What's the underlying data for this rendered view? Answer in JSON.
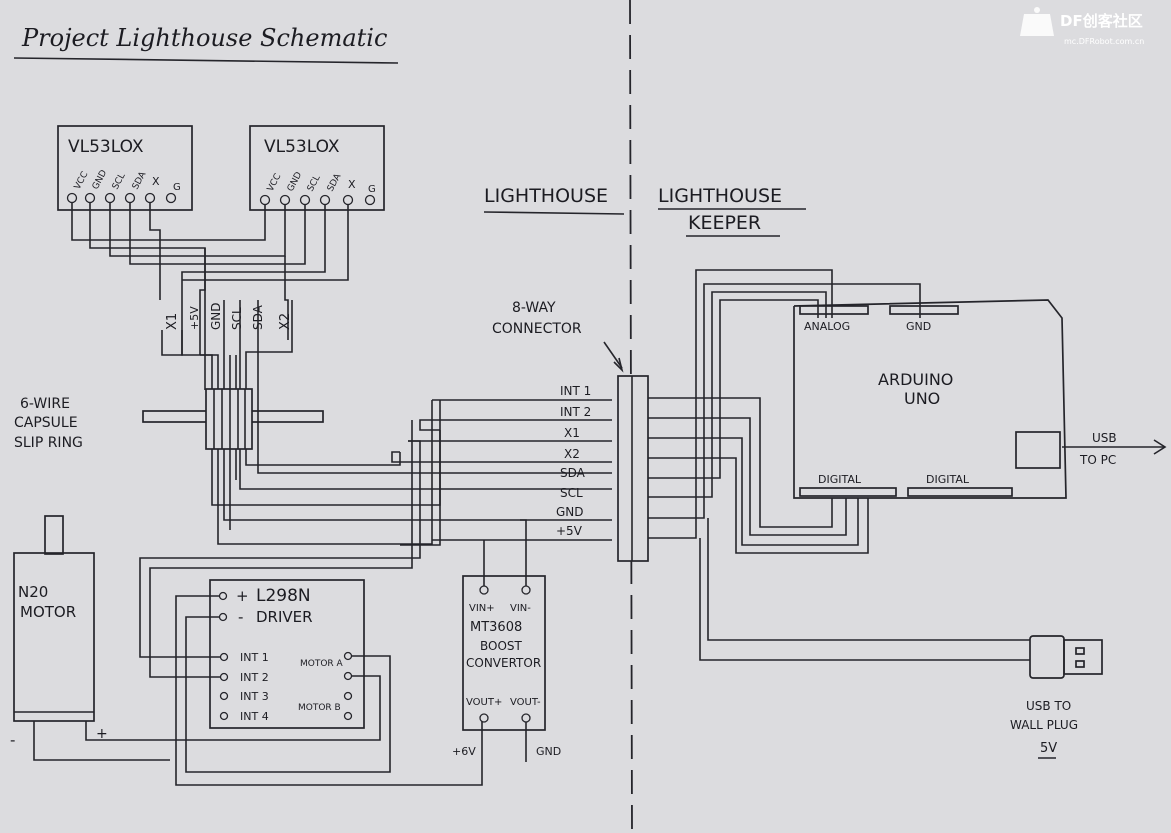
{
  "title": "Project Lighthouse Schematic",
  "sections": {
    "left": "LIGHTHOUSE",
    "right_line1": "LIGHTHOUSE",
    "right_line2": "KEEPER"
  },
  "sensors": [
    {
      "label": "VL53LOX",
      "pins": [
        "VCC",
        "GND",
        "SCL",
        "SDA",
        "X",
        "G"
      ]
    },
    {
      "label": "VL53LOX",
      "pins": [
        "VCC",
        "GND",
        "SCL",
        "SDA",
        "X",
        "G"
      ]
    }
  ],
  "bundle_labels": [
    "X1",
    "+5V",
    "GND",
    "SCL",
    "SDA",
    "X2"
  ],
  "slip_ring": {
    "line1": "6-WIRE",
    "line2": "CAPSULE",
    "line3": "SLIP RING"
  },
  "connector": {
    "line1": "8-WAY",
    "line2": "CONNECTOR",
    "wires": [
      "INT 1",
      "INT 2",
      "X1",
      "X2",
      "SDA",
      "SCL",
      "GND",
      "+5V"
    ]
  },
  "motor": {
    "line1": "N20",
    "line2": "MOTOR",
    "minus": "-",
    "plus": "+"
  },
  "driver": {
    "line1": "L298N",
    "line2": "DRIVER",
    "plus": "+",
    "minus": "-",
    "inputs": [
      "INT 1",
      "INT 2",
      "INT 3",
      "INT 4"
    ],
    "motor_a": "MOTOR A",
    "motor_b": "MOTOR B"
  },
  "boost": {
    "vin_plus": "VIN+",
    "vin_minus": "VIN-",
    "line1": "MT3608",
    "line2": "BOOST",
    "line3": "CONVERTOR",
    "vout_plus": "VOUT+",
    "vout_minus": "VOUT-",
    "out_v": "+6V",
    "out_gnd": "GND"
  },
  "arduino": {
    "line1": "ARDUINO",
    "line2": "UNO",
    "header_analog": "ANALOG",
    "header_gnd": "GND",
    "header_digital_1": "DIGITAL",
    "header_digital_2": "DIGITAL",
    "usb_line1": "USB",
    "usb_line2": "TO PC"
  },
  "usb_plug": {
    "line1": "USB TO",
    "line2": "WALL PLUG",
    "line3": "5V"
  },
  "watermark": {
    "brand": "DF创客社区",
    "url": "mc.DFRobot.com.cn"
  }
}
